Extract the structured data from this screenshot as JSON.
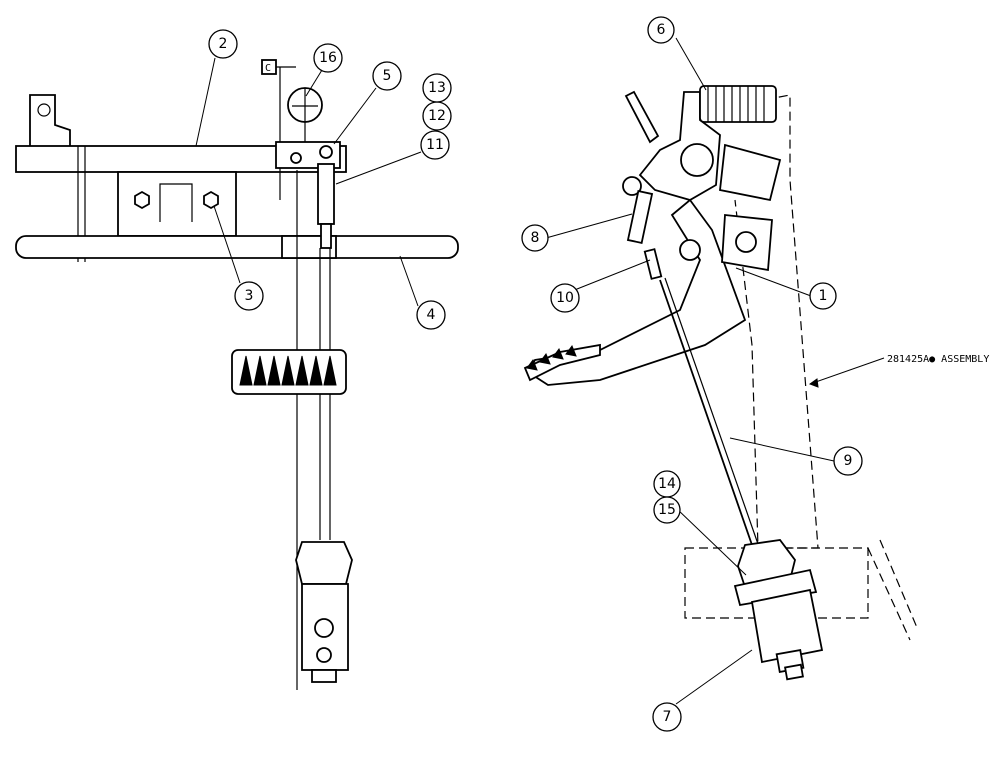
{
  "callouts": [
    {
      "id": "c1",
      "label": "1"
    },
    {
      "id": "c2",
      "label": "2"
    },
    {
      "id": "c3",
      "label": "3"
    },
    {
      "id": "c4",
      "label": "4"
    },
    {
      "id": "c5",
      "label": "5"
    },
    {
      "id": "c6",
      "label": "6"
    },
    {
      "id": "c7",
      "label": "7"
    },
    {
      "id": "c8",
      "label": "8"
    },
    {
      "id": "c9",
      "label": "9"
    },
    {
      "id": "c10",
      "label": "10"
    },
    {
      "id": "c11",
      "label": "11"
    },
    {
      "id": "c12",
      "label": "12"
    },
    {
      "id": "c13",
      "label": "13"
    },
    {
      "id": "c14",
      "label": "14"
    },
    {
      "id": "c15",
      "label": "15"
    },
    {
      "id": "c16",
      "label": "16"
    }
  ],
  "assembly_note": "281425A● ASSEMBLY",
  "centerline_tag": "C"
}
